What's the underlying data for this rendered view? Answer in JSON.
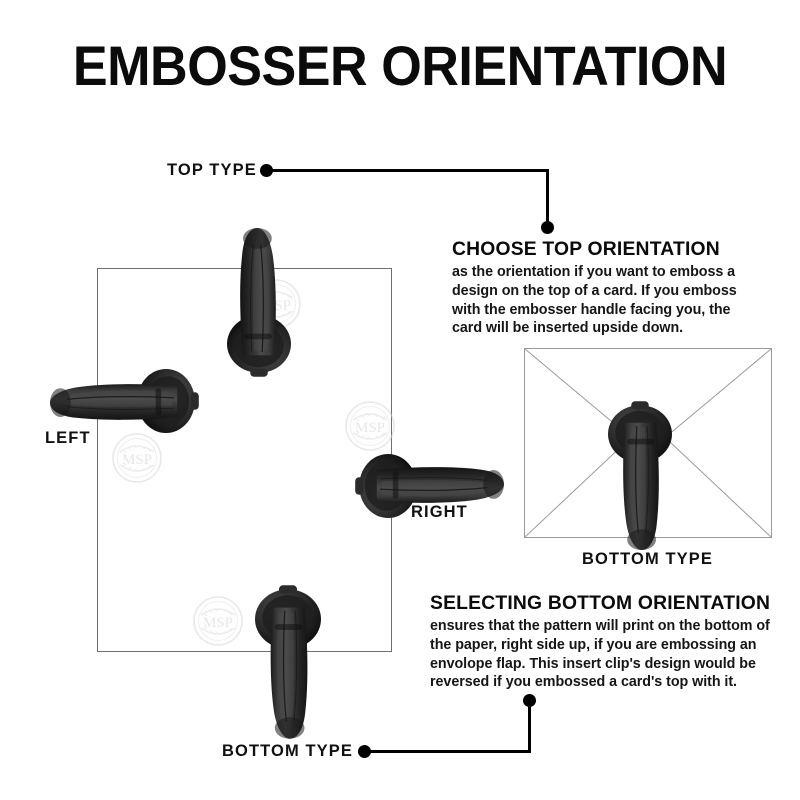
{
  "page": {
    "title": "EMBOSSER ORIENTATION",
    "background_color": "#ffffff",
    "ink_color": "#111111"
  },
  "diagram": {
    "card": {
      "name": "card-outline",
      "border_color": "#6e6e6e"
    },
    "envelope": {
      "name": "envelope-outline",
      "border_color": "#9a9a9a",
      "caption": "BOTTOM TYPE"
    },
    "watermark": {
      "text": "MSP",
      "color": "#d8d8d8"
    },
    "labels": {
      "top_type": "TOP TYPE",
      "left": "LEFT",
      "right": "RIGHT",
      "bottom_type": "BOTTOM TYPE"
    }
  },
  "callouts": [
    {
      "id": "choose-top",
      "heading": "CHOOSE TOP ORIENTATION",
      "body": "as the orientation if you want to emboss a design on the top of a card. If you emboss with the embosser handle facing you, the card will be inserted upside down."
    },
    {
      "id": "selecting-bottom",
      "heading": "SELECTING BOTTOM ORIENTATION",
      "body": "ensures that the pattern will print on the bottom of the paper, right side up, if you are embossing an envolope flap. This insert clip's design would be reversed if you embossed a card's top with it."
    }
  ],
  "embossers": {
    "body_color": "#2e2e2e",
    "shadow_color": "#151515",
    "items": [
      {
        "name": "embosser-top",
        "orientation": "top"
      },
      {
        "name": "embosser-left",
        "orientation": "left"
      },
      {
        "name": "embosser-right",
        "orientation": "right"
      },
      {
        "name": "embosser-bottom",
        "orientation": "bottom"
      },
      {
        "name": "embosser-envelope",
        "orientation": "bottom"
      }
    ]
  }
}
